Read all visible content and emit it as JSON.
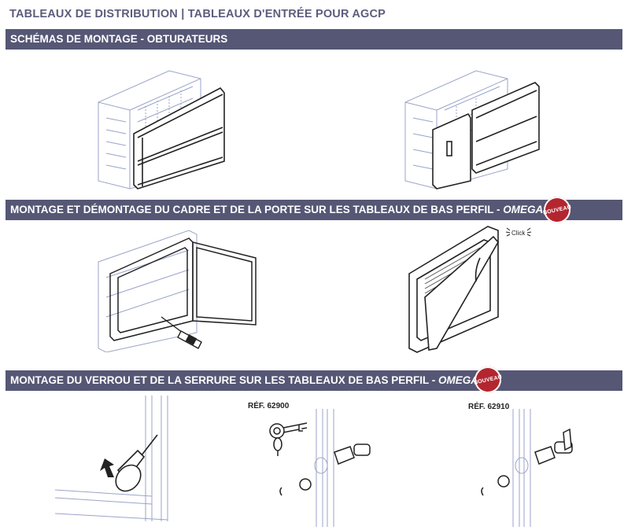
{
  "page_title": "TABLEAUX DE DISTRIBUTION | TABLEAUX D'ENTRÉE POUR AGCP",
  "sections": [
    {
      "title": "SCHÉMAS DE MONTAGE - OBTURATEURS",
      "title_suffix": ""
    },
    {
      "title": "MONTAGE ET DÉMONTAGE DU CADRE ET DE LA PORTE SUR LES TABLEAUX DE BAS PERFIL - ",
      "title_suffix": "OMEGA",
      "badge": "NOUVEAU"
    },
    {
      "title": "MONTAGE DU VERROU ET DE LA SERRURE SUR LES TABLEAUX DE BAS PERFIL - ",
      "title_suffix": "OMEGA",
      "badge": "NOUVEAU"
    }
  ],
  "illustrations": {
    "click_text": "Click",
    "ref_1": "RÉF. 62900",
    "ref_2": "RÉF. 62910"
  },
  "colors": {
    "section_bar": "#555775",
    "title_text": "#5b5d7d",
    "badge": "#b3262f",
    "drawing_light": "#9aa3c8",
    "drawing_dark": "#222222"
  }
}
